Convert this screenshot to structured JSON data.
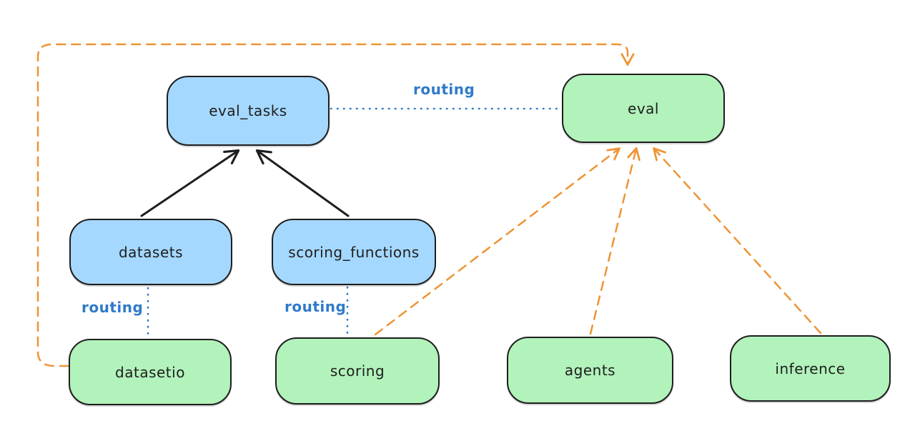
{
  "diagram": {
    "background": "#ffffff",
    "colors": {
      "blue_fill": "#a5d8ff",
      "green_fill": "#b2f2bb",
      "stroke": "#1e1e1e",
      "routing_blue": "#2f7ac9",
      "orange": "#ee9434"
    },
    "nodes": {
      "eval_tasks": {
        "label": "eval_tasks"
      },
      "eval": {
        "label": "eval"
      },
      "datasets": {
        "label": "datasets"
      },
      "scoring_functions": {
        "label": "scoring_functions"
      },
      "datasetio": {
        "label": "datasetio"
      },
      "scoring": {
        "label": "scoring"
      },
      "agents": {
        "label": "agents"
      },
      "inference": {
        "label": "inference"
      }
    },
    "edge_labels": {
      "routing_eval_tasks_eval": "routing",
      "routing_datasets_datasetio": "routing",
      "routing_scoring_functions_scoring": "routing"
    }
  }
}
